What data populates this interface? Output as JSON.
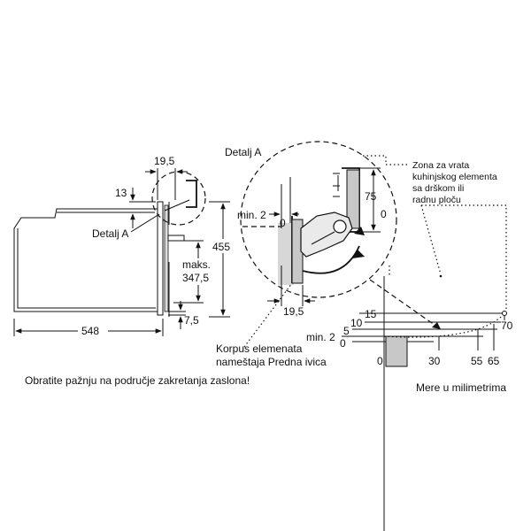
{
  "overview": {
    "dim_width": "548",
    "dim_top_offset": "19,5",
    "dim_side_offset": "13",
    "dim_height": "455",
    "dim_max_label": "maks.",
    "dim_max_value": "347,5",
    "dim_bottom": "7,5",
    "detail_label": "Detalj A"
  },
  "detail": {
    "title": "Detalj A",
    "dim_min2": "min. 2",
    "dim_zero_left": "0",
    "dim_75": "75",
    "dim_zero_right": "0",
    "dim_19_5": "19,5",
    "zone_note": "Zona za vrata kuhinjskog elementa sa drškom ili radnu ploču"
  },
  "furniture_note": {
    "line1": "Korpus elemenata",
    "line2": "nameštaja Predna ivica"
  },
  "swing": {
    "y_labels": [
      "15",
      "10",
      "5",
      "min. 2",
      "0"
    ],
    "x_labels": [
      "0",
      "30",
      "55",
      "65",
      "70"
    ]
  },
  "notes": {
    "warning": "Obratite pažnju na područje zakretanja zaslona!",
    "units": "Mere u milimetrima"
  }
}
